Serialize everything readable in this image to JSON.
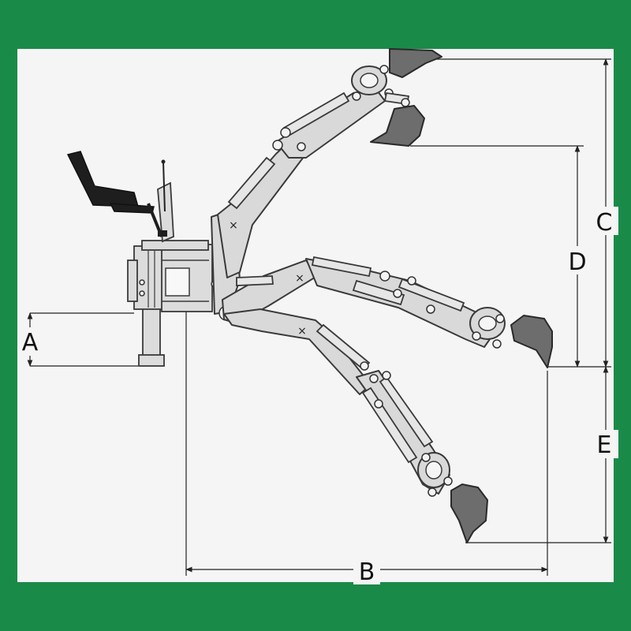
{
  "labels": {
    "a": "A",
    "b": "B",
    "c": "C",
    "d": "D",
    "e": "E"
  },
  "colors": {
    "border": "#1a8a48",
    "background": "#f5f5f5",
    "arm_fill": "#d9d9d9",
    "bucket_fill": "#6d6d6d",
    "seat_fill": "#1e1e1e"
  }
}
